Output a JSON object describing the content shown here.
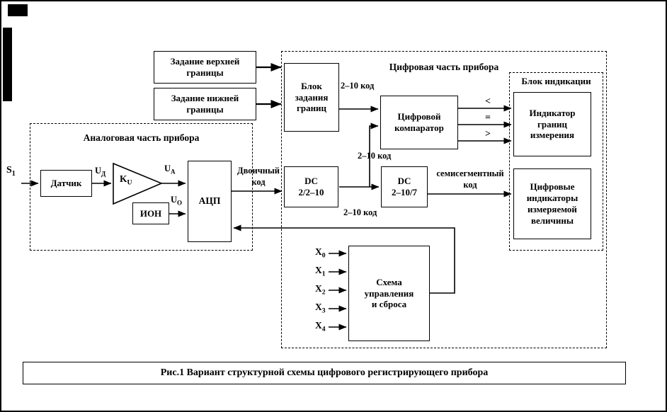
{
  "colors": {
    "line": "#000000",
    "background": "#ffffff"
  },
  "caption": "Рис.1 Вариант структурной схемы цифрового регистрирующего прибора",
  "regions": {
    "digital_label": "Цифровая часть прибора",
    "analog_label": "Аналоговая часть прибора",
    "indication_label": "Блок индикации"
  },
  "blocks": {
    "upper_limit": "Задание верхней\nграницы",
    "lower_limit": "Задание нижней\nграницы",
    "limits": "Блок\nзадания\nграниц",
    "comparator": "Цифровой\nкомпаратор",
    "sensor": "Датчик",
    "amplifier_gain": {
      "base": "K",
      "sub": "U"
    },
    "reference": "ИОН",
    "adc": "АЦП",
    "decoder1": "DC\n2/2–10",
    "decoder2": "DC\n2–10/7",
    "limit_indicator": "Индикатор\nграниц\nизмерения",
    "value_indicators": "Цифровые\nиндикаторы\nизмеряемой\nвеличины",
    "control": "Схема\nуправления\nи сброса"
  },
  "signals": {
    "s_in": {
      "base": "S",
      "sub": "1"
    },
    "u_sensor": {
      "base": "U",
      "sub": "Д"
    },
    "u_amp": {
      "base": "U",
      "sub": "А"
    },
    "u_ref": {
      "base": "U",
      "sub": "О"
    },
    "binary_code": "Двоичный\nкод",
    "code_2_10_upper": "2–10 код",
    "code_2_10_mid": "2–10 код",
    "code_2_10_lower": "2–10 код",
    "seven_segment": "семисегментный\nкод",
    "less": "<",
    "equal": "=",
    "greater": ">",
    "control_inputs": [
      {
        "base": "X",
        "sub": "0"
      },
      {
        "base": "X",
        "sub": "1"
      },
      {
        "base": "X",
        "sub": "2"
      },
      {
        "base": "X",
        "sub": "3"
      },
      {
        "base": "X",
        "sub": "4"
      }
    ]
  }
}
